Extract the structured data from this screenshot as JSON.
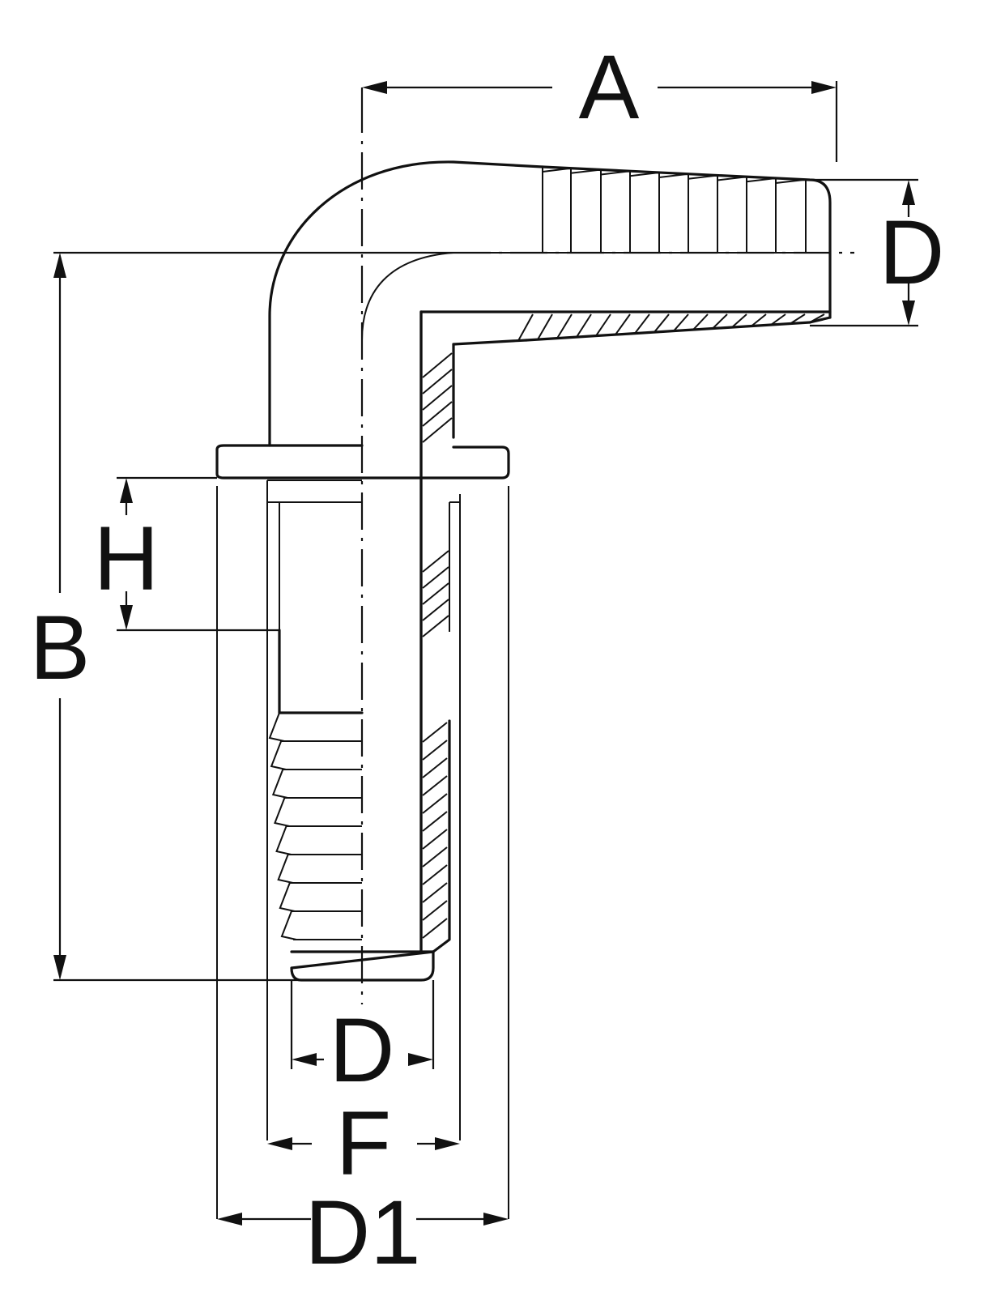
{
  "diagram": {
    "labels": {
      "A": "A",
      "B": "B",
      "D_top": "D",
      "H": "H",
      "D_bottom": "D",
      "F": "F",
      "D1": "D1"
    }
  }
}
